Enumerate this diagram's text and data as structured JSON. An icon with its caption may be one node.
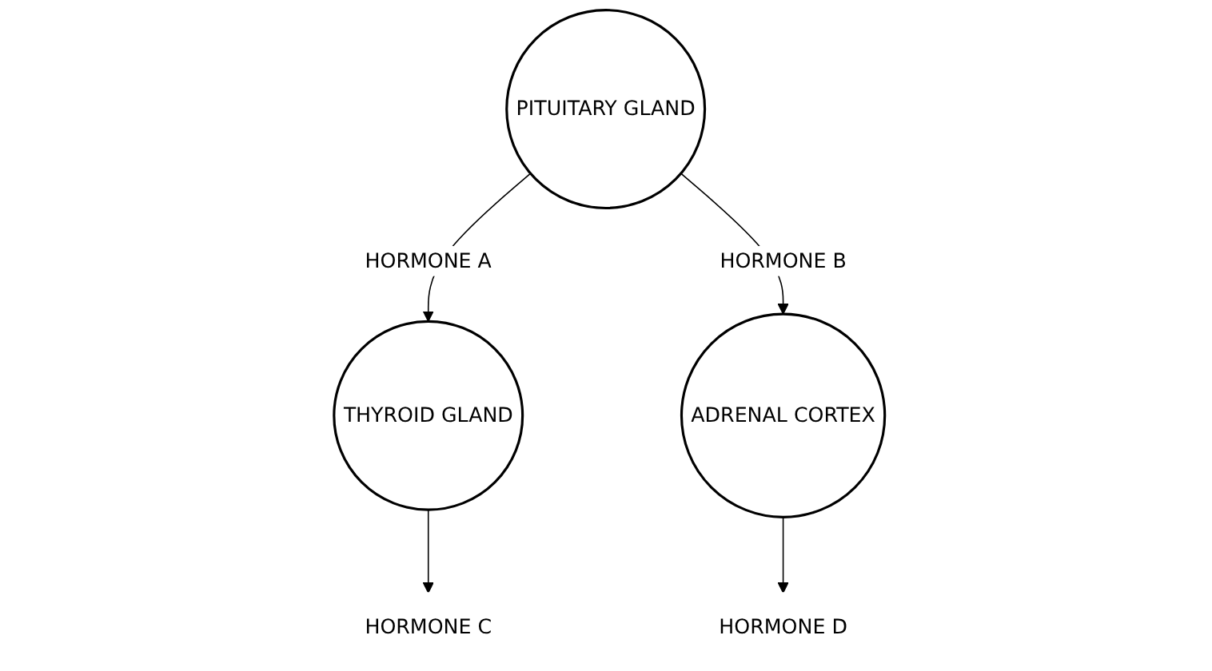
{
  "diagram": {
    "nodes": [
      {
        "text": [
          "PITUITARY GLAND"
        ]
      },
      {
        "text": [
          "THYROID GLAND"
        ]
      },
      {
        "text": [
          "ADRENAL CORTEX"
        ]
      },
      {
        "text": [
          "HORMONE C"
        ]
      },
      {
        "text": [
          "HORMONE D"
        ]
      }
    ],
    "edges": [
      {
        "from": 0,
        "to": 1,
        "arrow": "to",
        "label": "HORMONE A"
      },
      {
        "from": 0,
        "to": 2,
        "arrow": "to",
        "label": "HORMONE B"
      },
      {
        "from": 1,
        "to": 3,
        "arrow": "to"
      },
      {
        "from": 2,
        "to": 4,
        "arrow": "to"
      }
    ]
  }
}
